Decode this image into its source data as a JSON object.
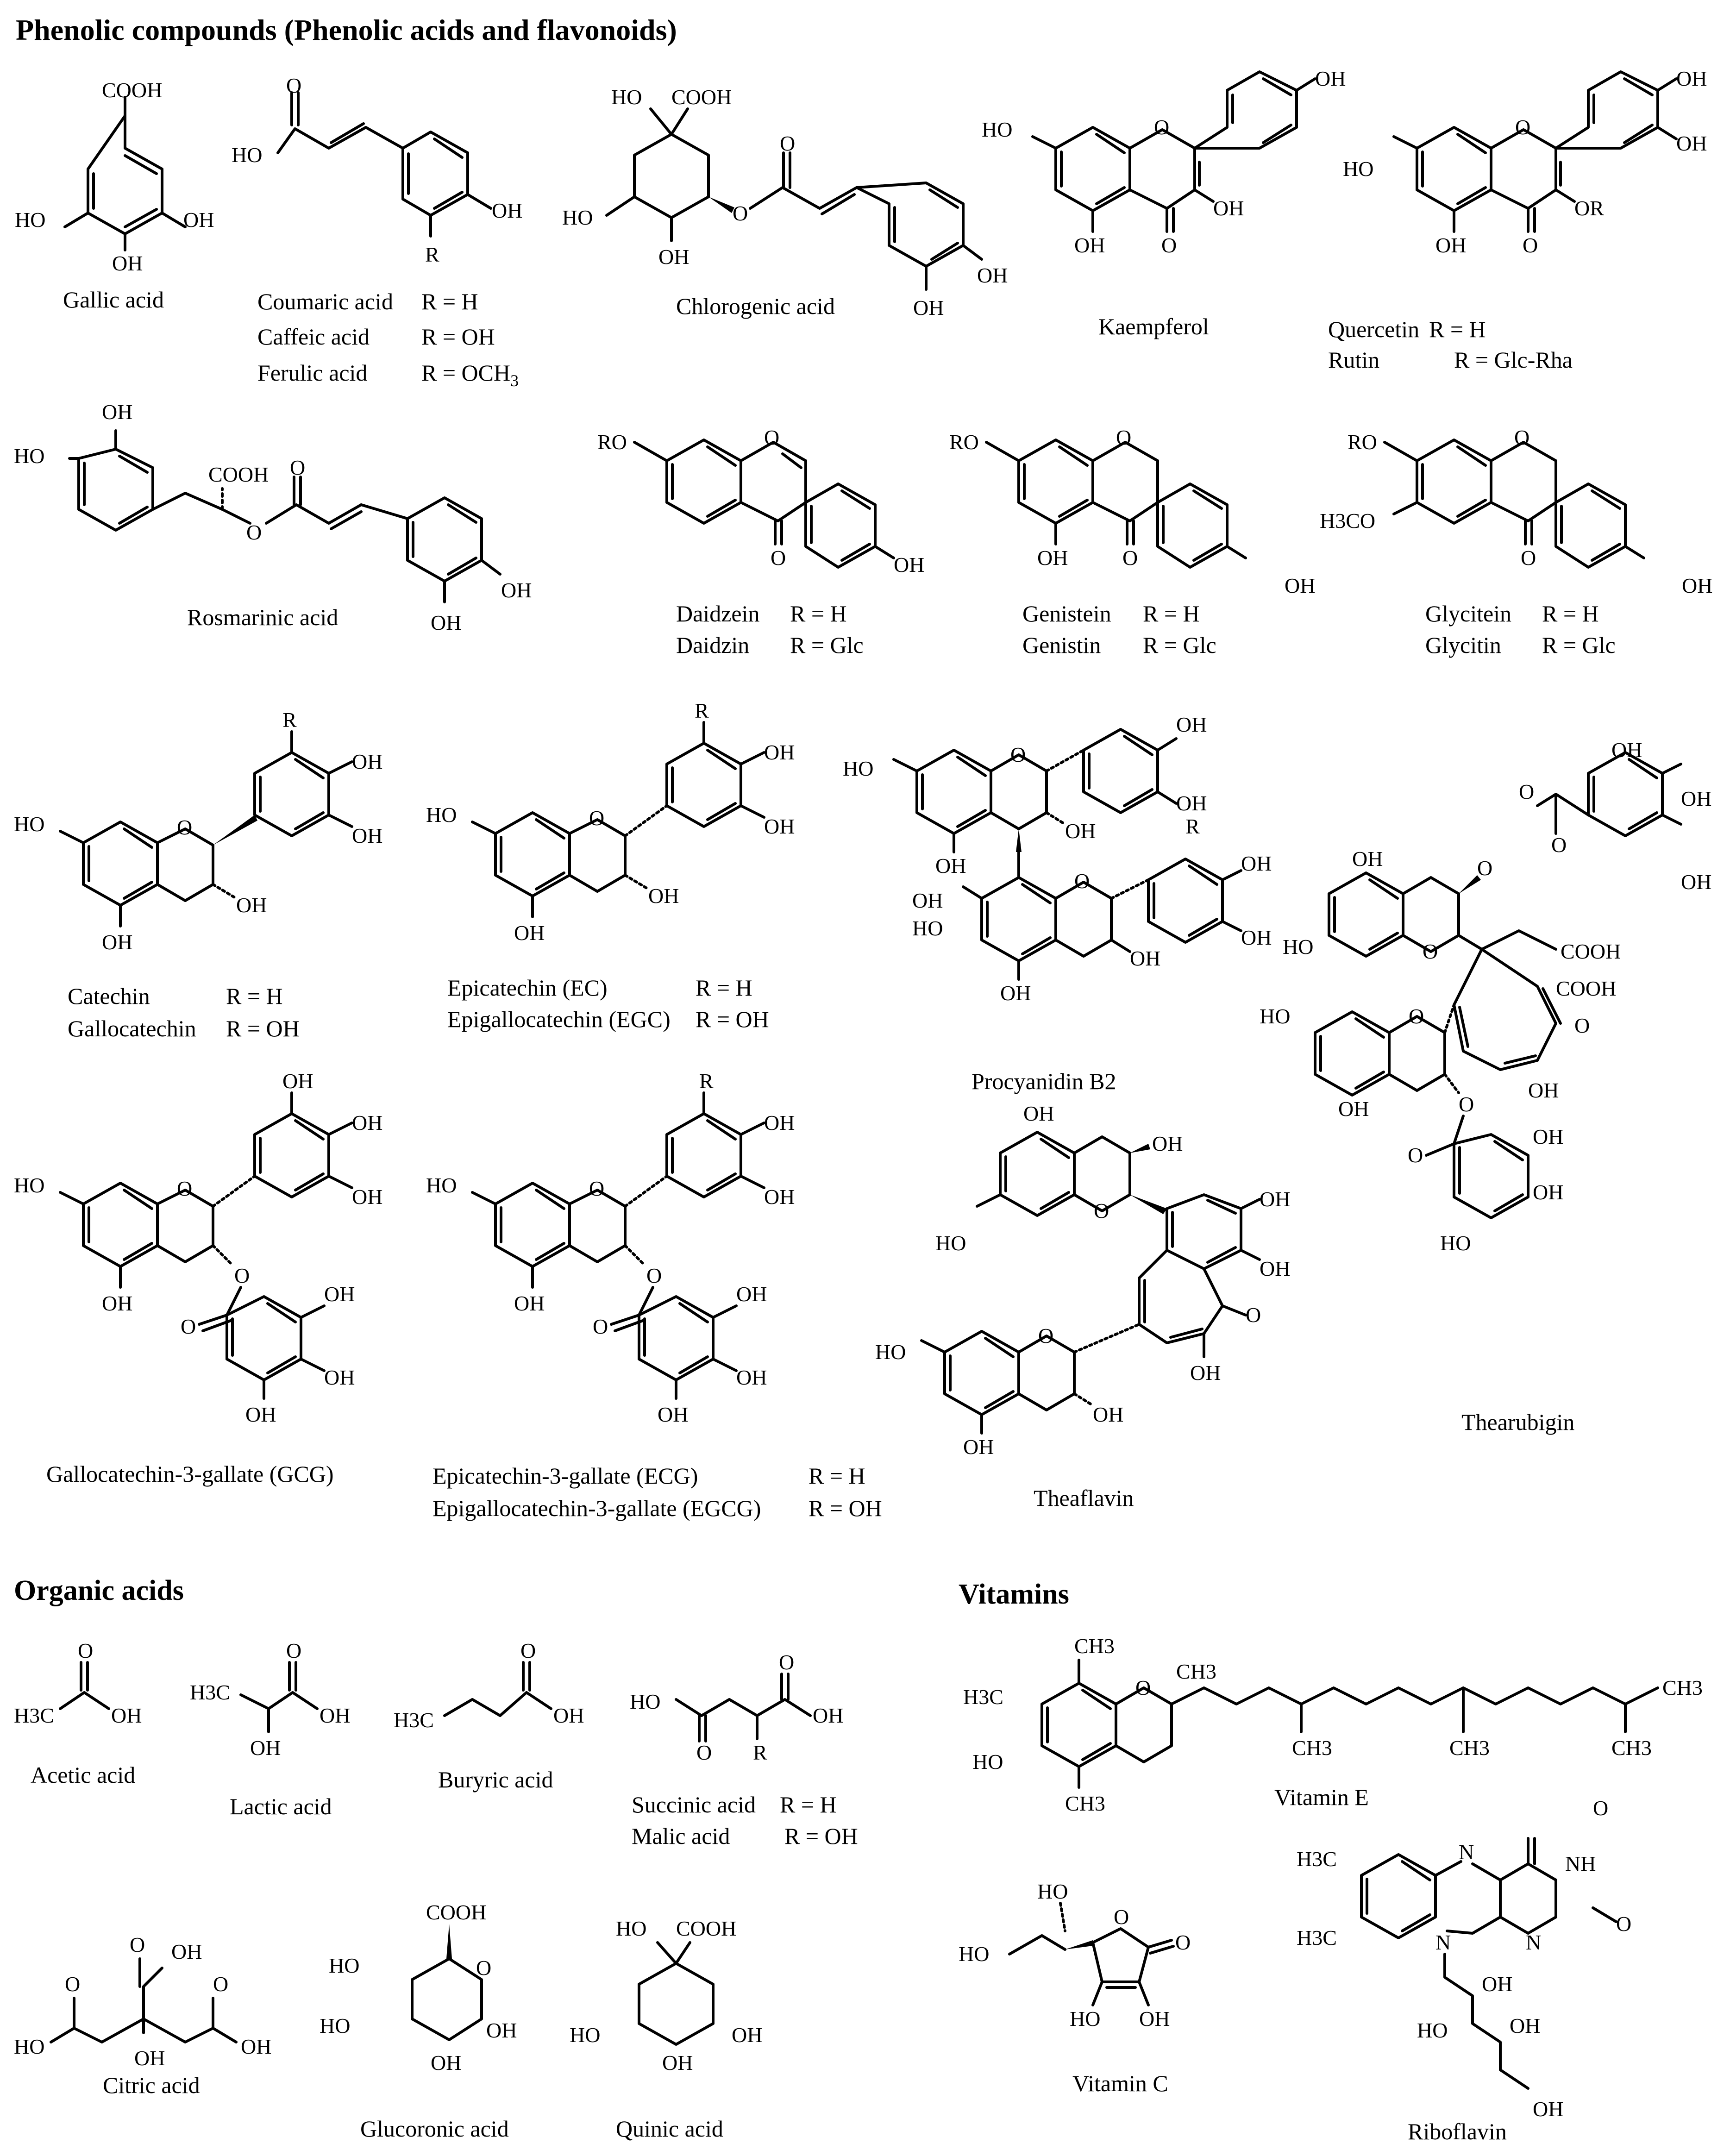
{
  "sections": {
    "phenolic": "Phenolic compounds (Phenolic acids and flavonoids)",
    "organic_acids": "Organic acids",
    "vitamins": "Vitamins"
  },
  "atoms": {
    "oh": "OH",
    "ho": "HO",
    "o": "O",
    "cooh": "COOH",
    "r": "R",
    "ro": "RO",
    "or": "OR",
    "ch3": "CH3",
    "h3c": "H3C",
    "h3co": "H3CO",
    "n": "N",
    "nh": "NH"
  },
  "compounds": {
    "gallic": "Gallic acid",
    "coumaric": {
      "name": "Coumaric acid",
      "r": "R = H"
    },
    "caffeic": {
      "name": "Caffeic acid",
      "r": "R = OH"
    },
    "ferulic": {
      "name": "Ferulic acid",
      "r": "R = OCH",
      "r_sub": "3"
    },
    "chlorogenic": "Chlorogenic acid",
    "kaempferol": "Kaempferol",
    "quercetin": {
      "name": "Quercetin",
      "r": "R = H"
    },
    "rutin": {
      "name": "Rutin",
      "r": "R = Glc-Rha"
    },
    "rosmarinic": "Rosmarinic acid",
    "daidzein": {
      "name": "Daidzein",
      "r": "R = H"
    },
    "daidzin": {
      "name": "Daidzin",
      "r": "R = Glc"
    },
    "genistein": {
      "name": "Genistein",
      "r": "R = H"
    },
    "genistin": {
      "name": "Genistin",
      "r": "R = Glc"
    },
    "glycitein": {
      "name": "Glycitein",
      "r": "R = H"
    },
    "glycitin": {
      "name": "Glycitin",
      "r": "R = Glc"
    },
    "catechin": {
      "name": "Catechin",
      "r": "R = H"
    },
    "gallocatechin": {
      "name": "Gallocatechin",
      "r": "R = OH"
    },
    "epicatechin": {
      "name": "Epicatechin (EC)",
      "r": "R = H"
    },
    "epigallocatechin": {
      "name": "Epigallocatechin (EGC)",
      "r": "R = OH"
    },
    "procyanidin": "Procyanidin B2",
    "thearubigin": "Thearubigin",
    "gcg": "Gallocatechin-3-gallate (GCG)",
    "ecg": {
      "name": "Epicatechin-3-gallate (ECG)",
      "r": "R = H"
    },
    "egcg": {
      "name": "Epigallocatechin-3-gallate (EGCG)",
      "r": "R = OH"
    },
    "theaflavin": "Theaflavin",
    "acetic": "Acetic acid",
    "lactic": "Lactic acid",
    "butyric": "Buryric acid",
    "succinic": {
      "name": "Succinic acid",
      "r": "R = H"
    },
    "malic": {
      "name": "Malic acid",
      "r": "R = OH"
    },
    "citric": "Citric acid",
    "glucoronic": "Glucoronic acid",
    "quinic": "Quinic acid",
    "vitamin_e": "Vitamin E",
    "vitamin_c": "Vitamin C",
    "riboflavin": "Riboflavin"
  }
}
